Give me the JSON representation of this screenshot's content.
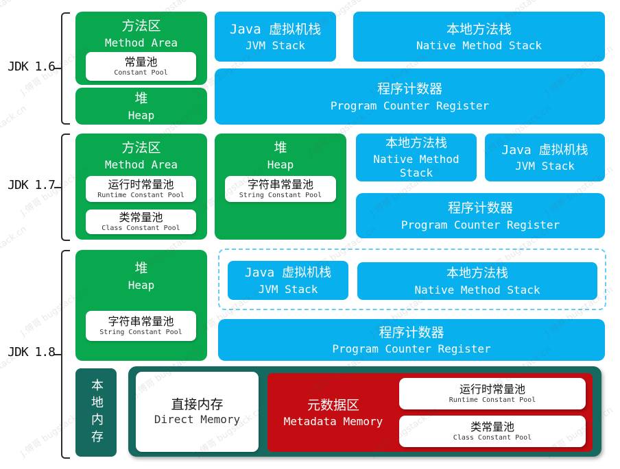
{
  "watermark": "J.傅哥 bugstack.cn",
  "colors": {
    "green": "#0aa84e",
    "blue": "#09b0ee",
    "teal": "#15695f",
    "red": "#c40d12",
    "dashed_border": "#67cdf4"
  },
  "labels": {
    "jdk16": "JDK 1.6",
    "jdk17": "JDK 1.7",
    "jdk18": "JDK 1.8"
  },
  "jdk16": {
    "method_area": {
      "zh": "方法区",
      "en": "Method Area"
    },
    "constant_pool": {
      "zh": "常量池",
      "en": "Constant Pool"
    },
    "heap": {
      "zh": "堆",
      "en": "Heap"
    },
    "jvm_stack": {
      "zh": "Java 虚拟机栈",
      "en": "JVM Stack"
    },
    "native_stack": {
      "zh": "本地方法栈",
      "en": "Native Method Stack"
    },
    "pc_register": {
      "zh": "程序计数器",
      "en": "Program Counter Register"
    }
  },
  "jdk17": {
    "method_area": {
      "zh": "方法区",
      "en": "Method Area"
    },
    "runtime_pool": {
      "zh": "运行时常量池",
      "en": "Runtime Constant Pool"
    },
    "class_pool": {
      "zh": "类常量池",
      "en": "Class Constant Pool"
    },
    "heap": {
      "zh": "堆",
      "en": "Heap"
    },
    "string_pool": {
      "zh": "字符串常量池",
      "en": "String Constant Pool"
    },
    "native_stack": {
      "zh": "本地方法栈",
      "en": "Native Method Stack"
    },
    "jvm_stack": {
      "zh": "Java 虚拟机栈",
      "en": "JVM Stack"
    },
    "pc_register": {
      "zh": "程序计数器",
      "en": "Program Counter Register"
    }
  },
  "jdk18": {
    "heap": {
      "zh": "堆",
      "en": "Heap"
    },
    "string_pool": {
      "zh": "字符串常量池",
      "en": "String Constant Pool"
    },
    "jvm_stack": {
      "zh": "Java 虚拟机栈",
      "en": "JVM Stack"
    },
    "native_stack": {
      "zh": "本地方法栈",
      "en": "Native Method Stack"
    },
    "pc_register": {
      "zh": "程序计数器",
      "en": "Program Counter Register"
    },
    "native_memory": {
      "zh": "本地内存"
    },
    "direct_memory": {
      "zh": "直接内存",
      "en": "Direct Memory"
    },
    "metadata": {
      "zh": "元数据区",
      "en": "Metadata Memory"
    },
    "runtime_pool": {
      "zh": "运行时常量池",
      "en": "Runtime Constant Pool"
    },
    "class_pool": {
      "zh": "类常量池",
      "en": "Class Constant Pool"
    }
  }
}
